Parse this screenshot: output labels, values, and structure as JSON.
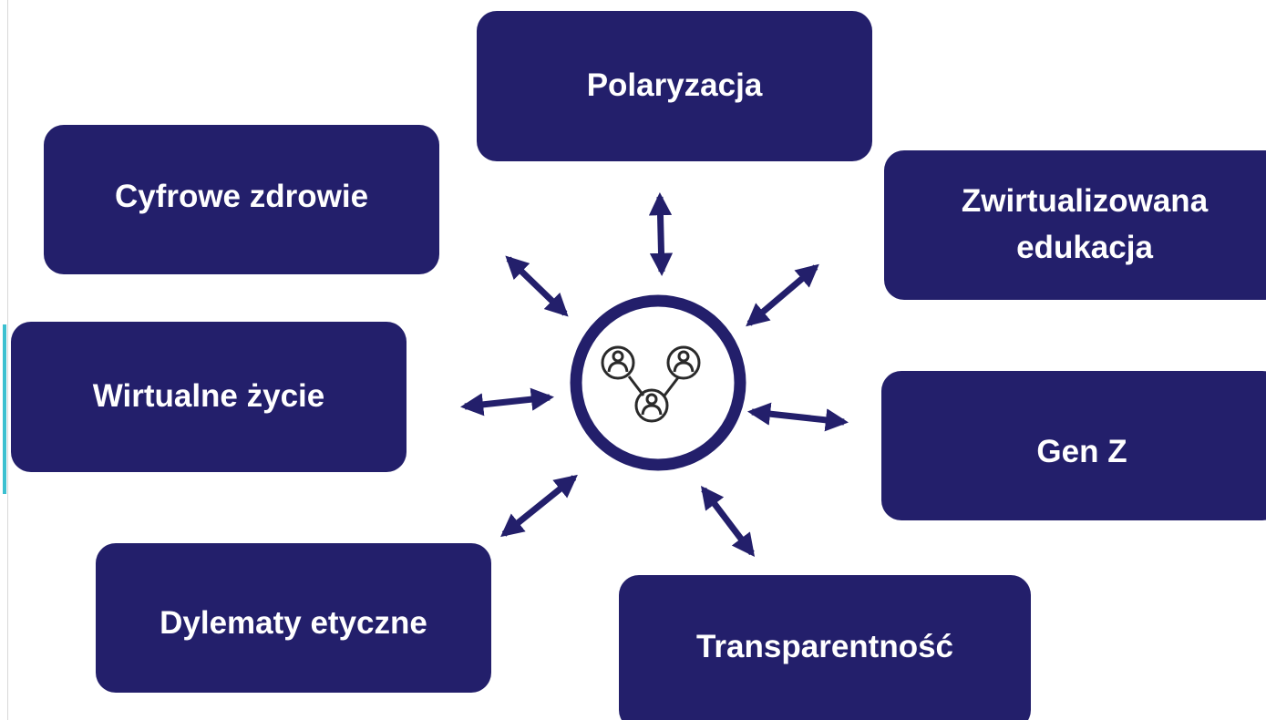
{
  "diagram": {
    "topics": [
      {
        "id": "polaryzacja",
        "label": "Polaryzacja"
      },
      {
        "id": "cyfrowe",
        "label": "Cyfrowe zdrowie"
      },
      {
        "id": "zwirtual",
        "label": "Zwirtualizowana edukacja"
      },
      {
        "id": "wirtualne",
        "label": "Wirtualne życie"
      },
      {
        "id": "genz",
        "label": "Gen Z"
      },
      {
        "id": "dylematy",
        "label": "Dylematy etyczne"
      },
      {
        "id": "transp",
        "label": "Transparentność"
      }
    ],
    "hub_icon": "social-network-icon",
    "colors": {
      "box_fill": "#231f6b",
      "box_text": "#ffffff",
      "arrow": "#231f6b",
      "hub_ring": "#231f6b",
      "accent": "#3cc0d0"
    }
  }
}
